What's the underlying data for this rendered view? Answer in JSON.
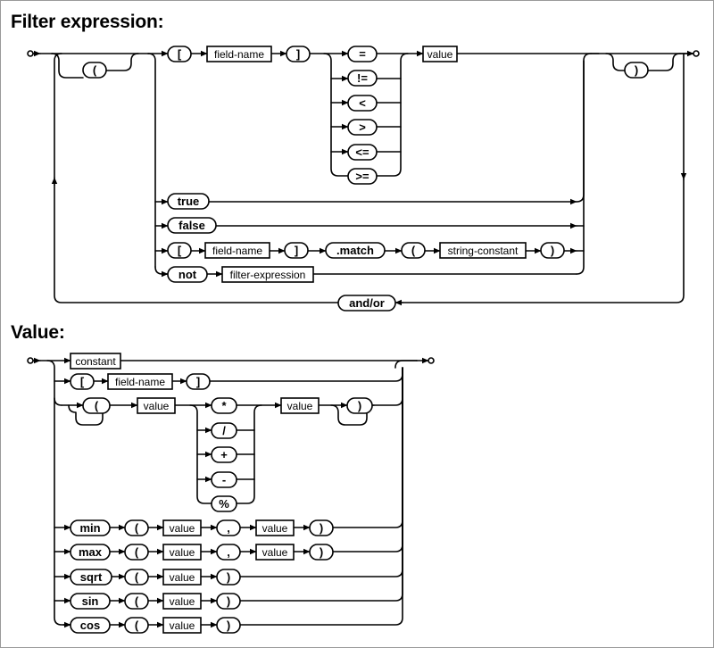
{
  "headings": {
    "filter": "Filter expression:",
    "value": "Value:"
  },
  "filter_diagram": {
    "lparen": "(",
    "rparen": ")",
    "open_bracket": "[",
    "field_name": "field-name",
    "close_bracket": "]",
    "operators": [
      "=",
      "!=",
      "<",
      ">",
      "<=",
      ">="
    ],
    "value_ref": "value",
    "true_kw": "true",
    "false_kw": "false",
    "match_open_bracket": "[",
    "match_field_name": "field-name",
    "match_close_bracket": "]",
    "match_kw": ".match",
    "match_lparen": "(",
    "string_constant": "string-constant",
    "match_rparen": ")",
    "not_kw": "not",
    "filter_expression_ref": "filter-expression",
    "and_or": "and/or"
  },
  "value_diagram": {
    "constant": "constant",
    "open_bracket": "[",
    "field_name": "field-name",
    "close_bracket": "]",
    "group_lparen": "(",
    "group_value_left": "value",
    "arith_ops": [
      "*",
      "/",
      "+",
      "-",
      "%"
    ],
    "group_value_right": "value",
    "group_rparen": ")",
    "functions": [
      {
        "name": "min",
        "lparen": "(",
        "arg1": "value",
        "comma": ",",
        "arg2": "value",
        "rparen": ")"
      },
      {
        "name": "max",
        "lparen": "(",
        "arg1": "value",
        "comma": ",",
        "arg2": "value",
        "rparen": ")"
      },
      {
        "name": "sqrt",
        "lparen": "(",
        "arg1": "value",
        "rparen": ")"
      },
      {
        "name": "sin",
        "lparen": "(",
        "arg1": "value",
        "rparen": ")"
      },
      {
        "name": "cos",
        "lparen": "(",
        "arg1": "value",
        "rparen": ")"
      }
    ]
  }
}
